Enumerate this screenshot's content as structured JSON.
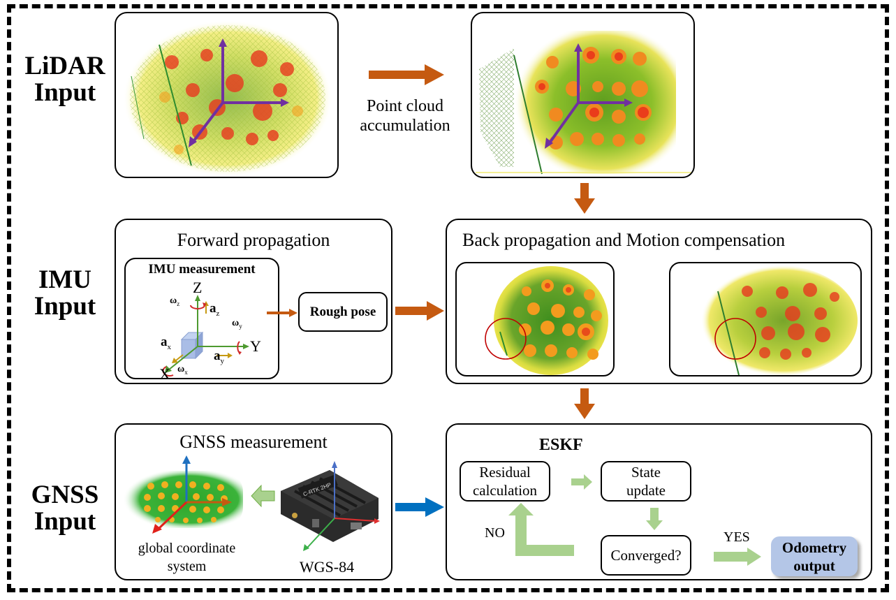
{
  "rows": {
    "lidar": {
      "label_line1": "LiDAR",
      "label_line2": "Input"
    },
    "imu": {
      "label_line1": "IMU",
      "label_line2": "Input"
    },
    "gnss": {
      "label_line1": "GNSS",
      "label_line2": "Input"
    }
  },
  "lidar_stage": {
    "raw_scan": {
      "image": "raw-point-cloud-with-axes"
    },
    "arrow_caption_line1": "Point cloud",
    "arrow_caption_line2": "accumulation",
    "accumulated_scan": {
      "image": "accumulated-point-cloud-with-axes"
    }
  },
  "forward_propagation": {
    "title": "Forward propagation",
    "imu_measurement": {
      "title": "IMU measurement",
      "axes": {
        "z": "Z",
        "y": "Y",
        "x": "X"
      },
      "symbols": {
        "omega_z": "ω",
        "omega_z_sub": "z",
        "a_z": "a",
        "a_z_sub": "z",
        "omega_y": "ω",
        "omega_y_sub": "y",
        "a_x": "a",
        "a_x_sub": "x",
        "a_y": "a",
        "a_y_sub": "y",
        "omega_x": "ω",
        "omega_x_sub": "x"
      }
    },
    "rough_pose": "Rough pose"
  },
  "back_propagation": {
    "title": "Back propagation and Motion compensation",
    "images": [
      "motion-compensated-point-cloud",
      "distorted-point-cloud"
    ]
  },
  "gnss_measurement": {
    "title": "GNSS measurement",
    "global_caption_line1": "global coordinate",
    "global_caption_line2": "system",
    "device_caption": "WGS-84",
    "device_label": "C-RTK 2HP"
  },
  "eskf": {
    "title": "ESKF",
    "residual_line1": "Residual",
    "residual_line2": "calculation",
    "state_line1": "State",
    "state_line2": "update",
    "converged": "Converged?",
    "no_label": "NO",
    "yes_label": "YES",
    "odometry_line1": "Odometry",
    "odometry_line2": "output"
  },
  "colors": {
    "orange_arrow": "#c55a11",
    "blue_arrow": "#0070c0",
    "green_arrow": "#a9d18e",
    "purple_axis": "#7030a0",
    "odometry_fill": "#b4c6e7",
    "circle_red": "#c00000"
  }
}
